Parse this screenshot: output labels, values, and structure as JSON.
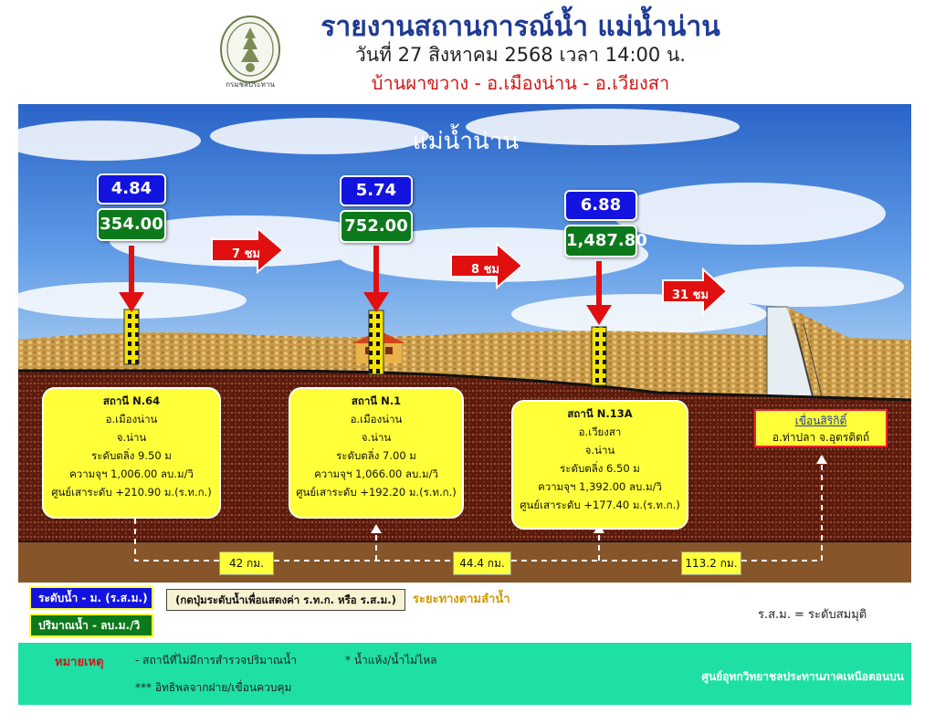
{
  "header": {
    "title": "รายงานสถานการณ์น้ำ แม่น้ำน่าน",
    "date": "วันที่ 27 สิงหาคม 2568 เวลา 14:00 น.",
    "subtitle": "บ้านผาขวาง - อ.เมืองน่าน - อ.เวียงสา",
    "logo_text": "กรมชลประทาน"
  },
  "scene": {
    "river_name": "แม่น้ำน่าน",
    "travel_times": [
      "7 ชม",
      "8 ชม",
      "31 ชม"
    ],
    "distances": [
      "42 กม.",
      "44.4 กม.",
      "113.2 กม."
    ]
  },
  "stations": [
    {
      "level": "4.84",
      "flow": "354.00",
      "name": "สถานี N.64",
      "district": "อ.เมืองน่าน",
      "province": "จ.น่าน",
      "bank_level": "ระดับตลิ่ง 9.50 ม",
      "capacity": "ความจุฯ 1,006.00 ลบ.ม/วิ",
      "gauge_zero": "ศูนย์เสาระดับ +210.90 ม.(ร.ท.ก.)"
    },
    {
      "level": "5.74",
      "flow": "752.00",
      "name": "สถานี N.1",
      "district": "อ.เมืองน่าน",
      "province": "จ.น่าน",
      "bank_level": "ระดับตลิ่ง 7.00 ม",
      "capacity": "ความจุฯ 1,066.00 ลบ.ม/วิ",
      "gauge_zero": "ศูนย์เสาระดับ +192.20 ม.(ร.ท.ก.)"
    },
    {
      "level": "6.88",
      "flow": "1,487.80",
      "name": "สถานี N.13A",
      "district": "อ.เวียงสา",
      "province": "จ.น่าน",
      "bank_level": "ระดับตลิ่ง 6.50 ม",
      "capacity": "ความจุฯ 1,392.00 ลบ.ม/วิ",
      "gauge_zero": "ศูนย์เสาระดับ +177.40 ม.(ร.ท.ก.)"
    }
  ],
  "dam": {
    "name": "เขื่อนสิริกิติ์",
    "location": "อ.ท่าปลา จ.อุตรดิตถ์"
  },
  "legend": {
    "level": "ระดับน้ำ - ม. (ร.ส.ม.)",
    "flow": "ปริมาณน้ำ - ลบ.ม./วิ",
    "hint": "(กดปุ่มระดับน้ำเพื่อแสดงค่า ร.ท.ก. หรือ ร.ส.ม.)",
    "distance_label": "ระยะทางตามลำน้ำ",
    "ssm_note": "ร.ส.ม. = ระดับสมมุติ"
  },
  "footer": {
    "note_label": "หมายเหตุ",
    "note_1": "-  สถานีที่ไม่มีการสำรวจปริมาณน้ำ",
    "note_2": "*   น้ำแห้ง/น้ำไม่ไหล",
    "note_3": "***  อิทธิพลจากฝาย/เขื่อนควบคุม",
    "org": "ศูนย์อุทกวิทยาชลประทานภาคเหนือตอนบน"
  },
  "colors": {
    "level_box": "#1313e0",
    "flow_box": "#0c7a1c",
    "info_box": "#ffff3a",
    "arrow": "#e01010",
    "footer": "#1ee0a4"
  }
}
